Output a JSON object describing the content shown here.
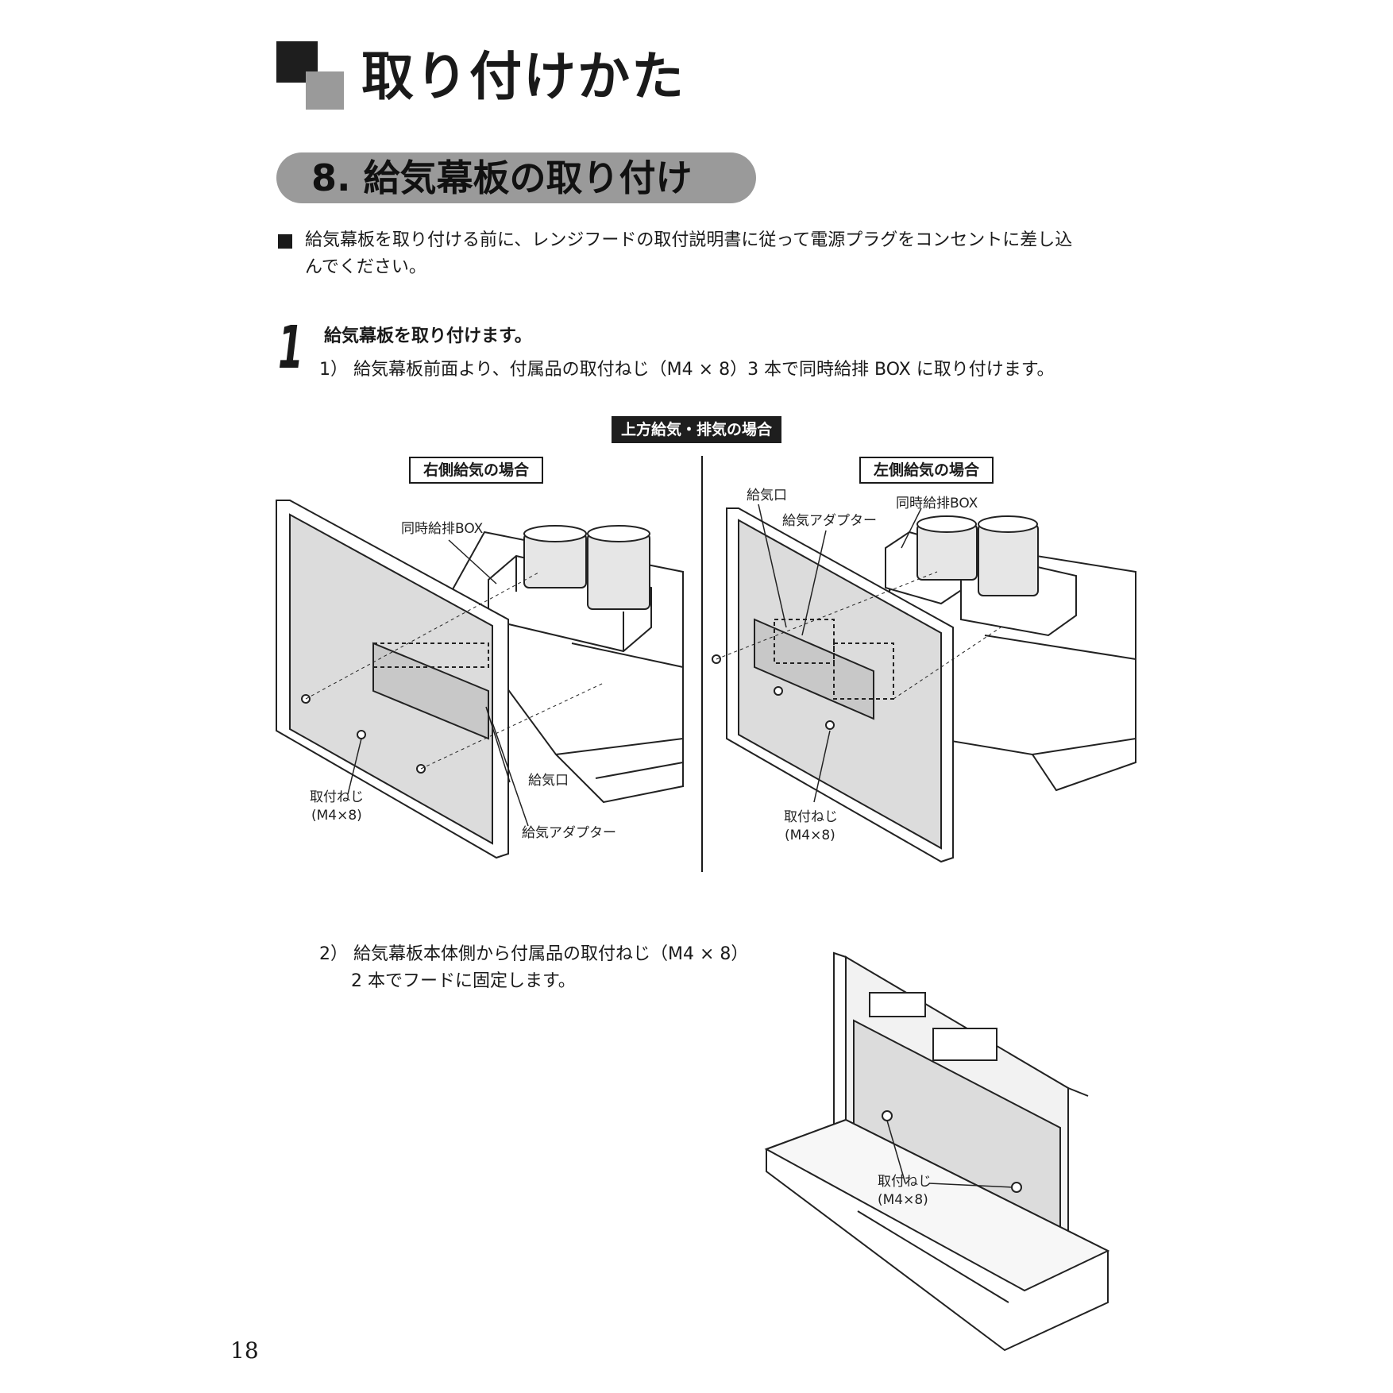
{
  "header": {
    "title": "取り付けかた"
  },
  "section": {
    "title": "8. 給気幕板の取り付け"
  },
  "notice": {
    "text": "給気幕板を取り付ける前に、レンジフードの取付説明書に従って電源プラグをコンセントに差し込んでください。"
  },
  "step1": {
    "number": "1",
    "title": "給気幕板を取り付けます。",
    "sub1": "1） 給気幕板前面より、付属品の取付ねじ（M4 × 8）3 本で同時給排 BOX に取り付けます。",
    "sub2_line1": "2） 給気幕板本体側から付属品の取付ねじ（M4 × 8）",
    "sub2_line2": "2 本でフードに固定します。"
  },
  "figure_top": {
    "heading": "上方給気・排気の場合",
    "right_case": {
      "title": "右側給気の場合",
      "label_box": "同時給排BOX",
      "label_inlet": "給気口",
      "label_adapter": "給気アダプター",
      "label_screw": "取付ねじ",
      "label_screw_size": "(M4×8)"
    },
    "left_case": {
      "title": "左側給気の場合",
      "label_inlet": "給気口",
      "label_adapter": "給気アダプター",
      "label_box": "同時給排BOX",
      "label_screw": "取付ねじ",
      "label_screw_size": "(M4×8)"
    }
  },
  "figure_bottom": {
    "label_screw": "取付ねじ",
    "label_screw_size": "(M4×8)"
  },
  "page_number": "18"
}
